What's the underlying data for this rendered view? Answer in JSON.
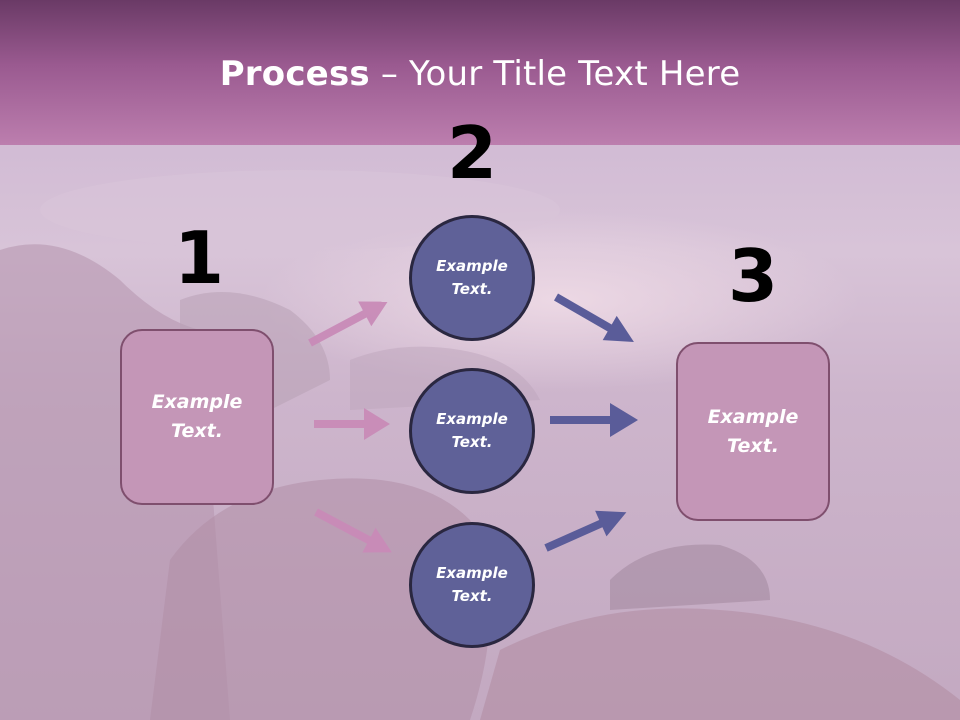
{
  "title": {
    "bold": "Process",
    "rest": " – Your Title Text Here"
  },
  "steps": [
    {
      "number": "1",
      "text": "Example Text."
    },
    {
      "number": "2",
      "text": "Example Text."
    },
    {
      "number": "3",
      "text": "Example Text."
    }
  ],
  "middle_nodes": [
    {
      "text": "Example Text."
    },
    {
      "text": "Example Text."
    },
    {
      "text": "Example Text."
    }
  ],
  "colors": {
    "pink_box": "#c496b7",
    "navy_circle": "#5f6198",
    "pink_arrow": "#c98bb8",
    "navy_arrow": "#5a5c99"
  }
}
